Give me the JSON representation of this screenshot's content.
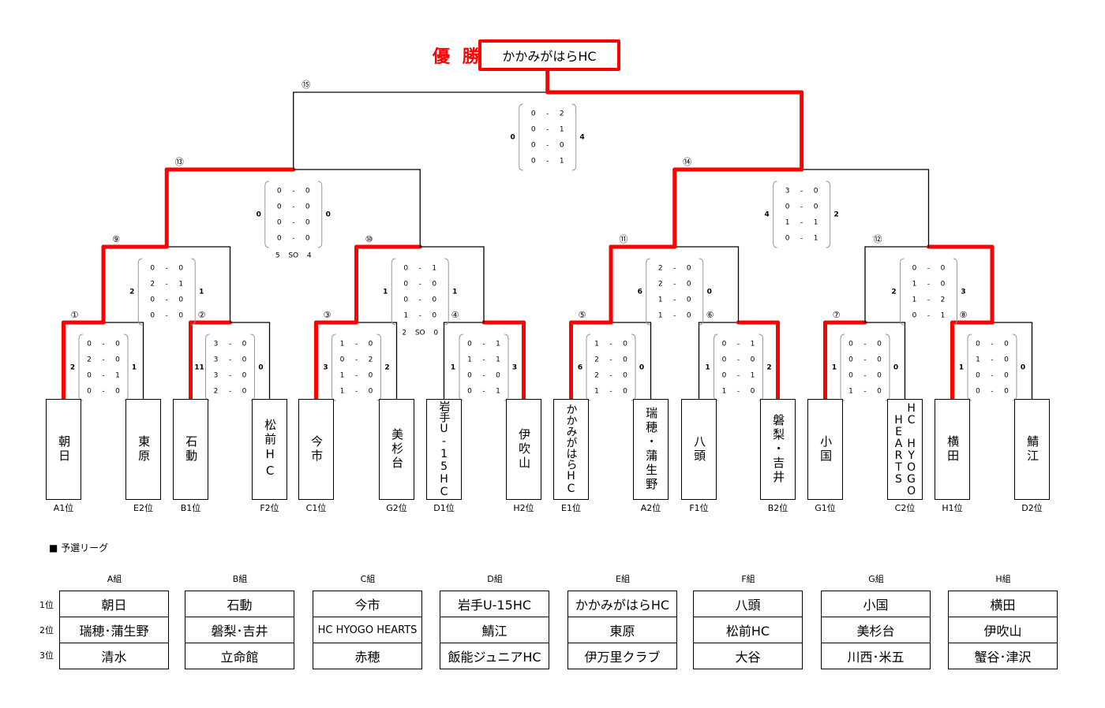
{
  "champion": {
    "label": "優 勝",
    "team": "かかみがはらHC",
    "color": "#ff0000"
  },
  "colors": {
    "win_path": "#ff0000",
    "line": "#000000",
    "bracket_paren": "#999999"
  },
  "teams": [
    {
      "name": "朝日",
      "seed": "A1位"
    },
    {
      "name": "東原",
      "seed": "E2位"
    },
    {
      "name": "石動",
      "seed": "B1位"
    },
    {
      "name": "松前HC",
      "seed": "F2位"
    },
    {
      "name": "今市",
      "seed": "C1位"
    },
    {
      "name": "美杉台",
      "seed": "G2位"
    },
    {
      "name": "岩手U-15HC",
      "seed": "D1位"
    },
    {
      "name": "伊吹山",
      "seed": "H2位"
    },
    {
      "name": "かかみがはらHC",
      "seed": "E1位"
    },
    {
      "name": "瑞穂・蒲生野",
      "seed": "A2位"
    },
    {
      "name": "八頭",
      "seed": "F1位"
    },
    {
      "name": "磐梨・吉井",
      "seed": "B2位"
    },
    {
      "name": "小国",
      "seed": "G1位"
    },
    {
      "name": "HC HYOGO HEARTS",
      "seed": "C2位"
    },
    {
      "name": "横田",
      "seed": "H1位"
    },
    {
      "name": "鯖江",
      "seed": "D2位"
    }
  ],
  "matches": [
    {
      "no": "①",
      "left_total": "2",
      "right_total": "1",
      "periods": [
        [
          "0",
          "0"
        ],
        [
          "2",
          "0"
        ],
        [
          "0",
          "1"
        ],
        [
          "0",
          "0"
        ]
      ],
      "winner": "left"
    },
    {
      "no": "②",
      "left_total": "11",
      "right_total": "0",
      "periods": [
        [
          "3",
          "0"
        ],
        [
          "3",
          "0"
        ],
        [
          "3",
          "0"
        ],
        [
          "2",
          "0"
        ]
      ],
      "winner": "left"
    },
    {
      "no": "③",
      "left_total": "3",
      "right_total": "2",
      "periods": [
        [
          "1",
          "0"
        ],
        [
          "0",
          "2"
        ],
        [
          "1",
          "0"
        ],
        [
          "1",
          "0"
        ]
      ],
      "winner": "left"
    },
    {
      "no": "④",
      "left_total": "1",
      "right_total": "3",
      "periods": [
        [
          "0",
          "1"
        ],
        [
          "1",
          "1"
        ],
        [
          "0",
          "0"
        ],
        [
          "0",
          "1"
        ]
      ],
      "winner": "right"
    },
    {
      "no": "⑤",
      "left_total": "6",
      "right_total": "0",
      "periods": [
        [
          "1",
          "0"
        ],
        [
          "2",
          "0"
        ],
        [
          "2",
          "0"
        ],
        [
          "1",
          "0"
        ]
      ],
      "winner": "left"
    },
    {
      "no": "⑥",
      "left_total": "1",
      "right_total": "2",
      "periods": [
        [
          "0",
          "1"
        ],
        [
          "0",
          "0"
        ],
        [
          "0",
          "1"
        ],
        [
          "1",
          "0"
        ]
      ],
      "winner": "right"
    },
    {
      "no": "⑦",
      "left_total": "1",
      "right_total": "0",
      "periods": [
        [
          "0",
          "0"
        ],
        [
          "0",
          "0"
        ],
        [
          "0",
          "0"
        ],
        [
          "1",
          "0"
        ]
      ],
      "winner": "left"
    },
    {
      "no": "⑧",
      "left_total": "1",
      "right_total": "0",
      "periods": [
        [
          "0",
          "0"
        ],
        [
          "1",
          "0"
        ],
        [
          "0",
          "0"
        ],
        [
          "0",
          "0"
        ]
      ],
      "winner": "left"
    },
    {
      "no": "⑨",
      "left_total": "2",
      "right_total": "1",
      "periods": [
        [
          "0",
          "0"
        ],
        [
          "2",
          "1"
        ],
        [
          "0",
          "0"
        ],
        [
          "0",
          "0"
        ]
      ],
      "winner": "left"
    },
    {
      "no": "⑩",
      "left_total": "1",
      "right_total": "1",
      "periods": [
        [
          "0",
          "1"
        ],
        [
          "0",
          "0"
        ],
        [
          "0",
          "0"
        ],
        [
          "1",
          "0"
        ]
      ],
      "so": [
        "2",
        "0"
      ],
      "winner": "left"
    },
    {
      "no": "⑪",
      "left_total": "6",
      "right_total": "0",
      "periods": [
        [
          "2",
          "0"
        ],
        [
          "2",
          "0"
        ],
        [
          "1",
          "0"
        ],
        [
          "1",
          "0"
        ]
      ],
      "winner": "left"
    },
    {
      "no": "⑫",
      "left_total": "2",
      "right_total": "3",
      "periods": [
        [
          "0",
          "0"
        ],
        [
          "1",
          "0"
        ],
        [
          "1",
          "2"
        ],
        [
          "0",
          "1"
        ]
      ],
      "winner": "right"
    },
    {
      "no": "⑬",
      "left_total": "0",
      "right_total": "0",
      "periods": [
        [
          "0",
          "0"
        ],
        [
          "0",
          "0"
        ],
        [
          "0",
          "0"
        ],
        [
          "0",
          "0"
        ]
      ],
      "so": [
        "5",
        "4"
      ],
      "winner": "left"
    },
    {
      "no": "⑭",
      "left_total": "4",
      "right_total": "2",
      "periods": [
        [
          "3",
          "0"
        ],
        [
          "0",
          "0"
        ],
        [
          "1",
          "1"
        ],
        [
          "0",
          "1"
        ]
      ],
      "winner": "left"
    },
    {
      "no": "⑮",
      "left_total": "0",
      "right_total": "4",
      "periods": [
        [
          "0",
          "2"
        ],
        [
          "0",
          "1"
        ],
        [
          "0",
          "0"
        ],
        [
          "0",
          "1"
        ]
      ],
      "winner": "right"
    }
  ],
  "so_label": "SO",
  "league": {
    "title": "■ 予選リーグ",
    "rank_labels": [
      "1位",
      "2位",
      "3位"
    ],
    "groups": [
      {
        "name": "A組",
        "teams": [
          "朝日",
          "瑞穂･蒲生野",
          "清水"
        ]
      },
      {
        "name": "B組",
        "teams": [
          "石動",
          "磐梨･吉井",
          "立命館"
        ]
      },
      {
        "name": "C組",
        "teams": [
          "今市",
          "HC HYOGO HEARTS",
          "赤穂"
        ]
      },
      {
        "name": "D組",
        "teams": [
          "岩手U-15HC",
          "鯖江",
          "飯能ジュニアHC"
        ]
      },
      {
        "name": "E組",
        "teams": [
          "かかみがはらHC",
          "東原",
          "伊万里クラブ"
        ]
      },
      {
        "name": "F組",
        "teams": [
          "八頭",
          "松前HC",
          "大谷"
        ]
      },
      {
        "name": "G組",
        "teams": [
          "小国",
          "美杉台",
          "川西･米五"
        ]
      },
      {
        "name": "H組",
        "teams": [
          "横田",
          "伊吹山",
          "蟹谷･津沢"
        ]
      }
    ]
  }
}
